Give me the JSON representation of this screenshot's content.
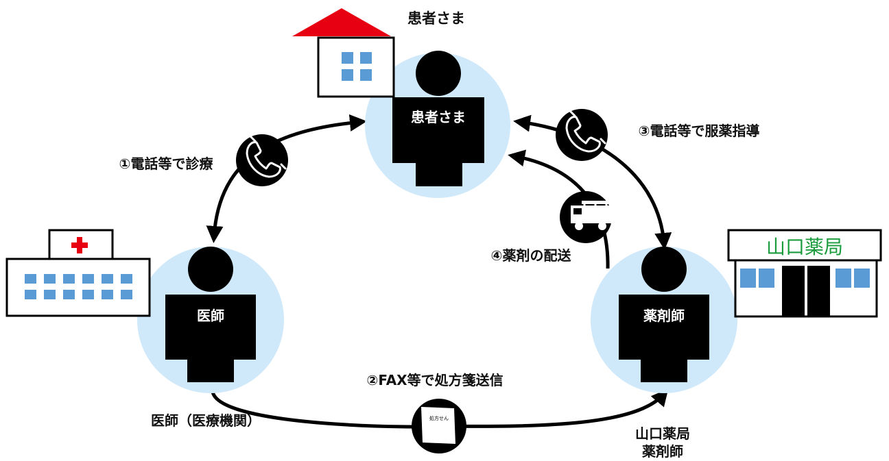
{
  "roles": {
    "patient": {
      "top_label": "患者さま",
      "figure_label": "患者さま"
    },
    "doctor": {
      "figure_label": "医師",
      "caption": "医師（医療機関）"
    },
    "pharmacist": {
      "figure_label": "薬剤師",
      "caption_line1": "山口薬局",
      "caption_line2": "薬剤師"
    }
  },
  "pharmacy_sign": "山口薬局",
  "steps": {
    "step1": "①電話等で診療",
    "step2": "②FAX等で処方箋送信",
    "step3": "③電話等で服薬指導",
    "step4": "④薬剤の配送"
  },
  "prescription_label": "処方せん",
  "colors": {
    "circle": "#cfe9fa",
    "figure": "#000000",
    "roof": "#e60012",
    "window": "#5b9bd5",
    "red_cross": "#e60012",
    "sign_text": "#1a9c3c"
  },
  "icons": [
    "house-icon",
    "hospital-icon",
    "pharmacy-icon",
    "phone-icon",
    "truck-icon",
    "prescription-icon"
  ]
}
